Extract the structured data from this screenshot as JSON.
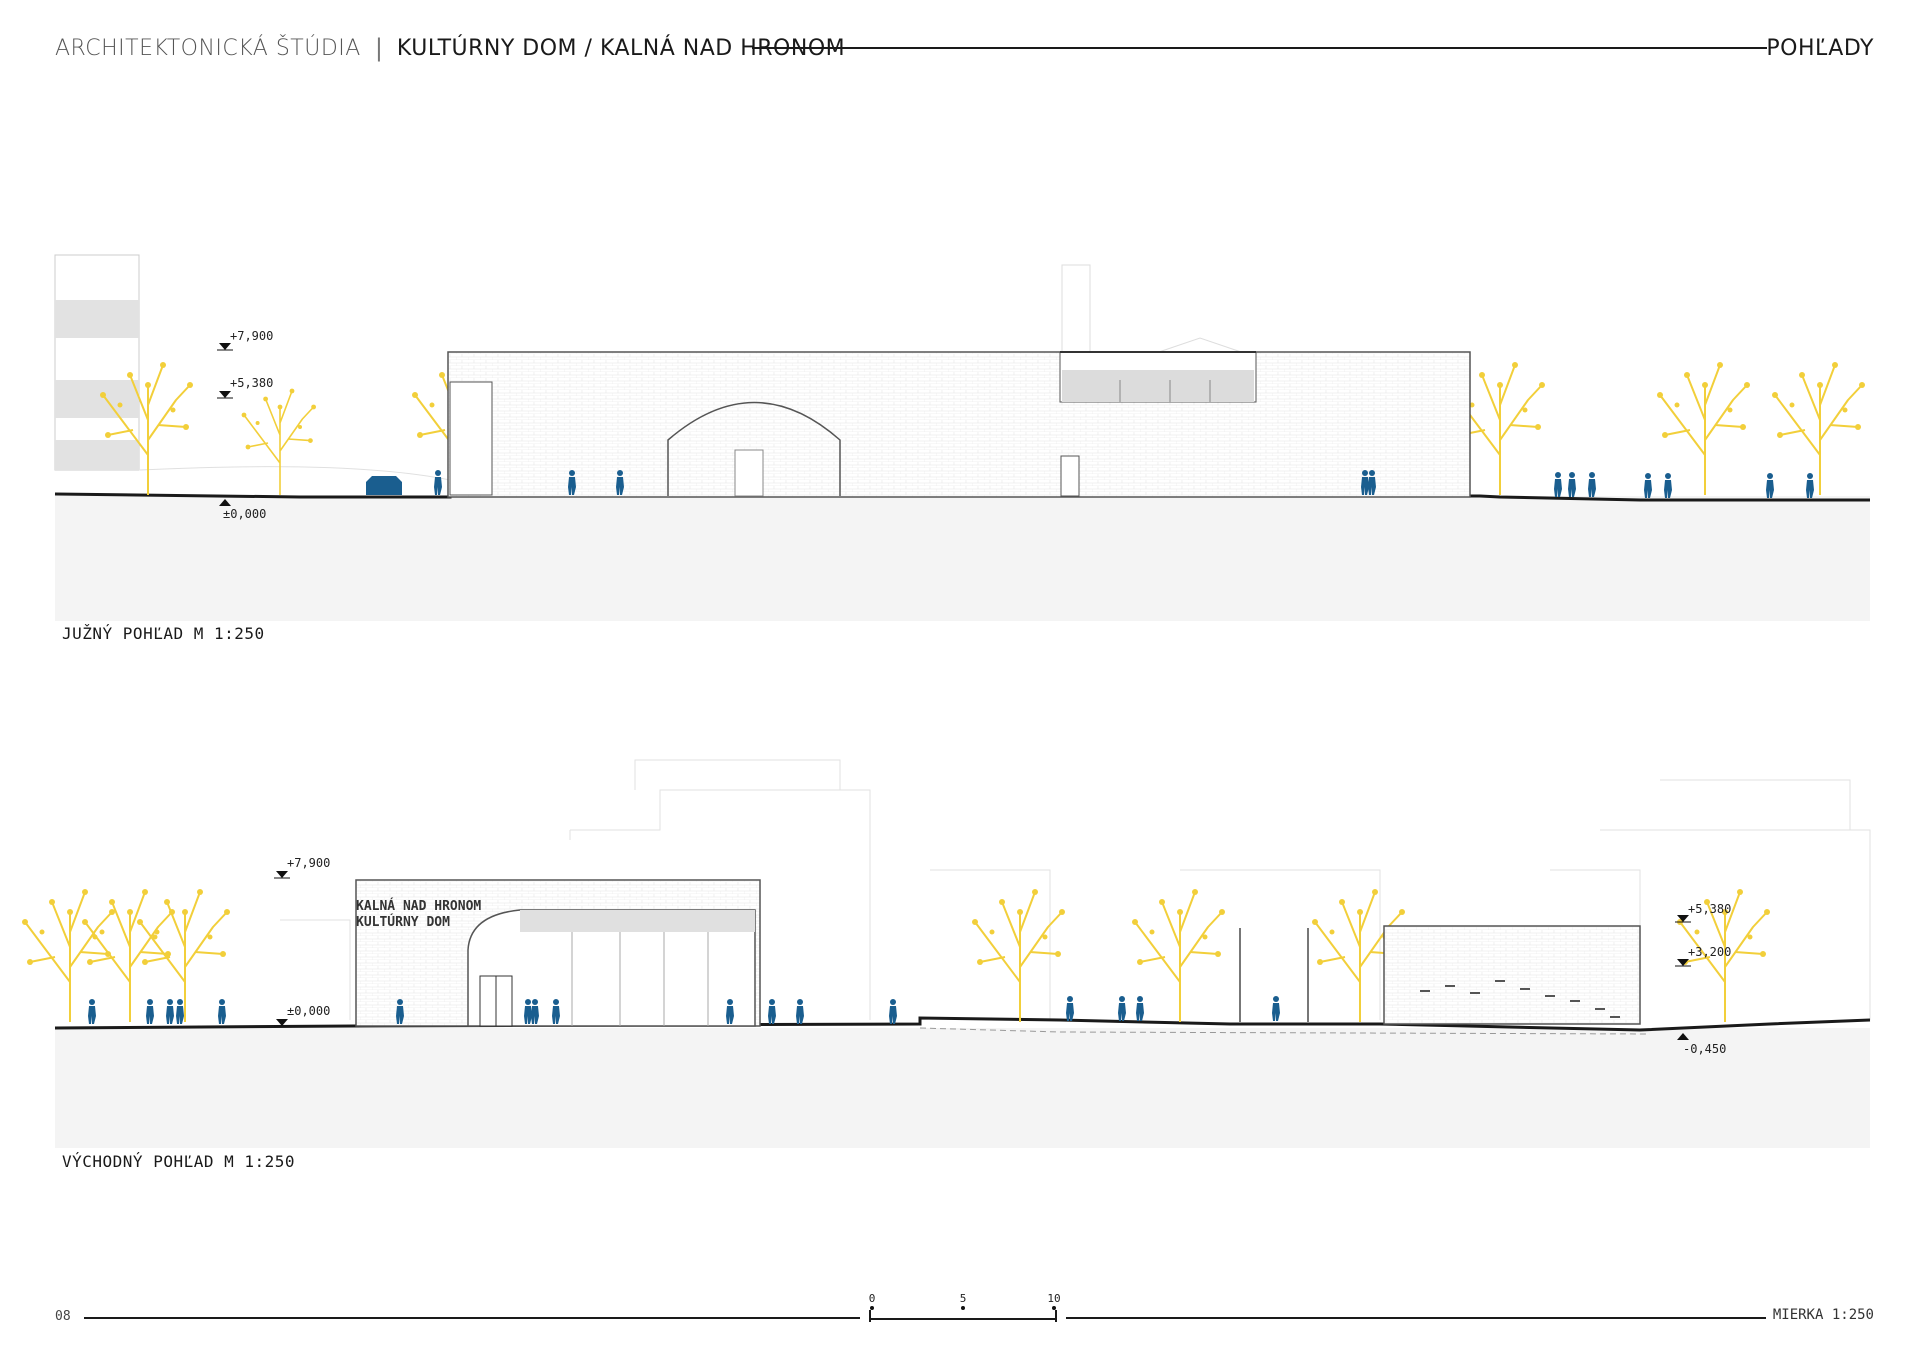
{
  "header": {
    "studio": "ARCHITEKTONICKÁ ŠTÚDIA",
    "separator": "|",
    "project": "KULTÚRNY DOM / KALNÁ NAD HRONOM",
    "section": "POHĽADY"
  },
  "south": {
    "caption": "JUŽNÝ POHĽAD  M 1:250",
    "levels": {
      "top": "+7,900",
      "mid": "+5,380",
      "ground": "±0,000"
    }
  },
  "east": {
    "caption": "VÝCHODNÝ POHĽAD  M 1:250",
    "sign_line1": "KALNÁ NAD HRONOM",
    "sign_line2": "KULTÚRNY DOM",
    "levels": {
      "top": "+7,900",
      "ground": "±0,000",
      "right_top": "+5,380",
      "right_mid": "+3,200",
      "right_low": "-0,450"
    }
  },
  "footer": {
    "page": "08",
    "scale": "MIERKA 1:250",
    "scale_ticks": [
      "0",
      "5",
      "10"
    ]
  },
  "colors": {
    "tree": "#f2cf3a",
    "people": "#1a5e8f",
    "ground": "#f4f4f4",
    "line": "#1a1a1a"
  }
}
